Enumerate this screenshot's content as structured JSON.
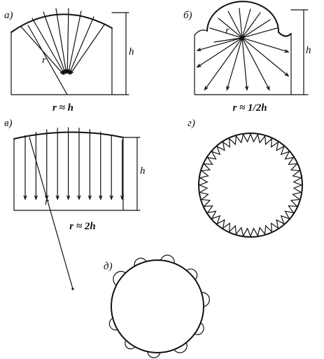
{
  "panels": {
    "a": {
      "label": "а)",
      "radius_label": "r",
      "height_label": "h",
      "formula": "r ≈ h"
    },
    "b": {
      "label": "б)",
      "radius_label": "r",
      "height_label": "h",
      "formula": "r ≈ 1/2h"
    },
    "v": {
      "label": "в)",
      "radius_label": "r",
      "height_label": "h",
      "formula": "r ≈ 2h"
    },
    "g": {
      "label": "г)"
    },
    "d": {
      "label": "д)"
    }
  },
  "colors": {
    "ink": "#111111",
    "paper": "#ffffff"
  }
}
